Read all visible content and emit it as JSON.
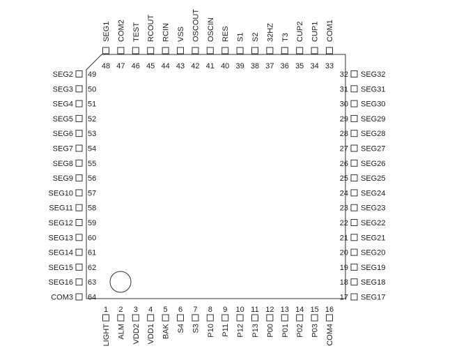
{
  "pins": {
    "bottom": [
      {
        "num": "1",
        "name": "LIGHT"
      },
      {
        "num": "2",
        "name": "ALM"
      },
      {
        "num": "3",
        "name": "VDD2"
      },
      {
        "num": "4",
        "name": "VDD1"
      },
      {
        "num": "5",
        "name": "BAK"
      },
      {
        "num": "6",
        "name": "S4"
      },
      {
        "num": "7",
        "name": "S3"
      },
      {
        "num": "8",
        "name": "P10"
      },
      {
        "num": "9",
        "name": "P11"
      },
      {
        "num": "10",
        "name": "P12"
      },
      {
        "num": "11",
        "name": "P13"
      },
      {
        "num": "12",
        "name": "P00"
      },
      {
        "num": "13",
        "name": "P01"
      },
      {
        "num": "14",
        "name": "P02"
      },
      {
        "num": "15",
        "name": "P03"
      },
      {
        "num": "16",
        "name": "COM4"
      }
    ],
    "right": [
      {
        "num": "17",
        "name": "SEG17"
      },
      {
        "num": "18",
        "name": "SEG18"
      },
      {
        "num": "19",
        "name": "SEG19"
      },
      {
        "num": "20",
        "name": "SEG20"
      },
      {
        "num": "21",
        "name": "SEG21"
      },
      {
        "num": "22",
        "name": "SEG22"
      },
      {
        "num": "23",
        "name": "SEG23"
      },
      {
        "num": "24",
        "name": "SEG24"
      },
      {
        "num": "25",
        "name": "SEG25"
      },
      {
        "num": "26",
        "name": "SEG26"
      },
      {
        "num": "27",
        "name": "SEG27"
      },
      {
        "num": "28",
        "name": "SEG28"
      },
      {
        "num": "29",
        "name": "SEG29"
      },
      {
        "num": "30",
        "name": "SEG30"
      },
      {
        "num": "31",
        "name": "SEG31"
      },
      {
        "num": "32",
        "name": "SEG32"
      }
    ],
    "top": [
      {
        "num": "33",
        "name": "COM1"
      },
      {
        "num": "34",
        "name": "CUP1"
      },
      {
        "num": "35",
        "name": "CUP2"
      },
      {
        "num": "36",
        "name": "T3"
      },
      {
        "num": "37",
        "name": "32HZ"
      },
      {
        "num": "38",
        "name": "S2"
      },
      {
        "num": "39",
        "name": "S1"
      },
      {
        "num": "40",
        "name": "RES"
      },
      {
        "num": "41",
        "name": "OSCIN"
      },
      {
        "num": "42",
        "name": "OSCOUT"
      },
      {
        "num": "43",
        "name": "VSS"
      },
      {
        "num": "44",
        "name": "RCIN"
      },
      {
        "num": "45",
        "name": "RCOUT"
      },
      {
        "num": "46",
        "name": "TEST"
      },
      {
        "num": "47",
        "name": "COM2"
      },
      {
        "num": "48",
        "name": "SEG1"
      }
    ],
    "left": [
      {
        "num": "49",
        "name": "SEG2"
      },
      {
        "num": "50",
        "name": "SEG3"
      },
      {
        "num": "51",
        "name": "SEG4"
      },
      {
        "num": "52",
        "name": "SEG5"
      },
      {
        "num": "53",
        "name": "SEG6"
      },
      {
        "num": "54",
        "name": "SEG7"
      },
      {
        "num": "55",
        "name": "SEG8"
      },
      {
        "num": "56",
        "name": "SEG9"
      },
      {
        "num": "57",
        "name": "SEG10"
      },
      {
        "num": "58",
        "name": "SEG11"
      },
      {
        "num": "59",
        "name": "SEG12"
      },
      {
        "num": "60",
        "name": "SEG13"
      },
      {
        "num": "61",
        "name": "SEG14"
      },
      {
        "num": "62",
        "name": "SEG15"
      },
      {
        "num": "63",
        "name": "SEG16"
      },
      {
        "num": "64",
        "name": "COM3"
      }
    ]
  },
  "colors": {
    "outline": "#333333",
    "text": "#222222"
  }
}
